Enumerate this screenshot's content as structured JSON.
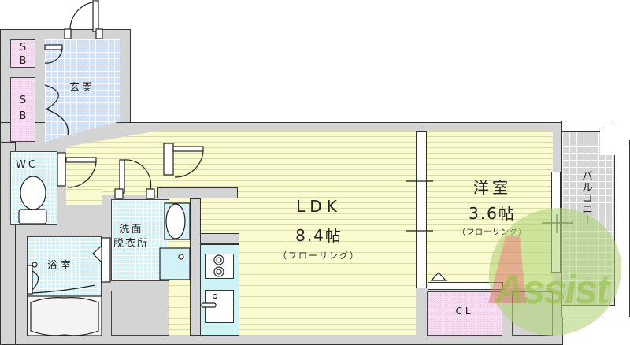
{
  "plan": {
    "rooms": {
      "sb_top": {
        "line1": "S",
        "line2": "B"
      },
      "sb_bottom": {
        "line1": "S",
        "line2": "B"
      },
      "entrance": {
        "name": "玄関"
      },
      "wc": {
        "name": "WC"
      },
      "washroom": {
        "line1": "洗面",
        "line2": "脱衣所"
      },
      "bath": {
        "name": "浴室"
      },
      "ldk": {
        "name": "LDK",
        "size": "8.4帖",
        "floor": "（フローリング）"
      },
      "western": {
        "name": "洋室",
        "size": "3.6帖",
        "floor": "（フローリング）"
      },
      "closet": {
        "name": "CL"
      },
      "balcony": {
        "name": "バルコニー"
      }
    },
    "watermark": {
      "text": "Assist"
    },
    "colors": {
      "wall": "#d4d4d4",
      "floor": "#fafbcf",
      "tile_blue": "#cfe0f7",
      "tile_cyan": "#d2f2f7",
      "storage": "#f7dcf2",
      "balcony": "#d6d6d6",
      "watermark_green": "#9cc94a",
      "watermark_red": "#e05a5a"
    }
  }
}
